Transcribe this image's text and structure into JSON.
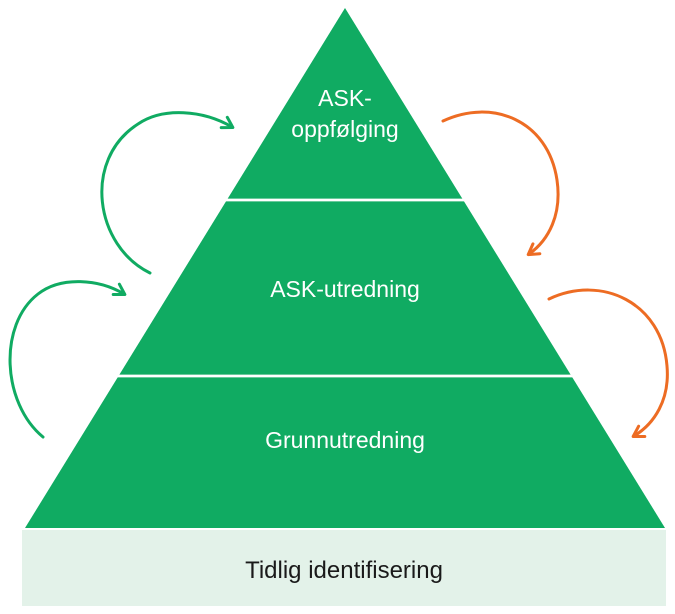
{
  "diagram": {
    "type": "pyramid",
    "pyramid": {
      "levels": {
        "top": {
          "line1": "ASK-",
          "line2": "oppfølging"
        },
        "middle": {
          "label": "ASK-utredning"
        },
        "bottom": {
          "label": "Grunnutredning"
        }
      },
      "base": {
        "label": "Tidlig identifisering"
      }
    },
    "arrows": {
      "left_top": {
        "meaning": "step up from ASK-utredning to ASK-oppfølging",
        "color_name": "green"
      },
      "left_bottom": {
        "meaning": "step up from Grunnutredning to ASK-utredning",
        "color_name": "green"
      },
      "right_top": {
        "meaning": "step down from ASK-oppfølging to ASK-utredning",
        "color_name": "orange"
      },
      "right_bottom": {
        "meaning": "step down from ASK-utredning to Grunnutredning",
        "color_name": "orange"
      }
    },
    "colors": {
      "pyramid_green": "#10ab62",
      "arrow_green": "#10ab62",
      "arrow_orange": "#ed6c23",
      "base_bg": "#e3f2e9",
      "level_text": "#ffffff",
      "base_text": "#1a1a1a",
      "divider_white": "#ffffff"
    }
  }
}
